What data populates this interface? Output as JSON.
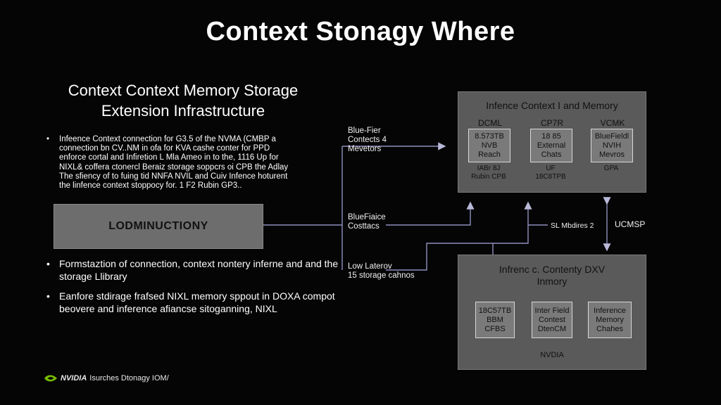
{
  "title": "Context Stonagy Where",
  "subtitle": [
    "Context Context Memory Storage",
    "Extension Infrastructure"
  ],
  "bullets_top": [
    {
      "text": "Infeence Context connection for G3.5 of the NVMA (CMBP a",
      "bullet": true
    },
    {
      "text": "connection bn CV..NM in  ofa for KVA cashe conter for PPD",
      "bullet": false
    },
    {
      "text": "enforce cortal and Infiretion L Mla Ameo in to the, 1116 Up for",
      "bullet": false
    },
    {
      "text": "NIXL& coffera ctonercl Beraiz storage soppcrs oi CPB the Adlay",
      "bullet": false
    },
    {
      "text": "The sfiency of to fuing tid NNFA NVIL and Cuiv Infence hoturent",
      "bullet": false
    },
    {
      "text": "the linfence context stoppocy for. 1 F2 Rubin GP3..",
      "bullet": false
    }
  ],
  "gray_box_label": "LODMINUCTIONY",
  "bullets_bottom": [
    "Formstaztion of connection, context nontery inferne and and the storage Llibrary",
    "Eanfore stdirage frafsed NIXL memory sppout in DOXA compot beovere and inference afiancse sitoganning, NIXL"
  ],
  "labels": {
    "blue_fier": [
      "Blue-Fier",
      "Contects 4",
      "Mevetors"
    ],
    "bluefiaice": [
      "BlueFiaice",
      "Costtacs"
    ],
    "low_latency": [
      "Low Laterov",
      "15 storage cahnos"
    ],
    "sl_mbdires": "SL Mbdires 2",
    "ucmsp": "UCMSP"
  },
  "top_panel": {
    "title": "Infence Context I and Memory",
    "columns": [
      {
        "head": "DCML",
        "card": [
          "8.573TB",
          "NVB",
          "Reach"
        ],
        "foot": [
          "IABr 8J",
          "Rubin CPB"
        ]
      },
      {
        "head": "CP7R",
        "card": [
          "18 85",
          "External",
          "Chats"
        ],
        "foot": [
          "UF",
          "18C8TPB"
        ]
      },
      {
        "head": "VCMK",
        "card": [
          "BlueFieldl",
          "NVIH",
          "Mevros"
        ],
        "foot": [
          "GPA"
        ]
      }
    ]
  },
  "bottom_panel": {
    "title": [
      "Infrenc c. Contenty DXV",
      "Inmory"
    ],
    "cards": [
      [
        "18C57TB",
        "BBM",
        "CFBS"
      ],
      [
        "Inter Field",
        "Contest",
        "DtenCM"
      ],
      [
        "Inference",
        "Memory",
        "Chahes"
      ]
    ],
    "footer": "NVDIA"
  },
  "footer": {
    "brand": "NVIDIA",
    "text": "Isurches Dtonagy IOM/"
  },
  "colors": {
    "background": "#050505",
    "panel": "#5a5a5a",
    "card": "#7a7a7a",
    "connector": "#8f8fbf",
    "nvidia_green": "#76b900"
  }
}
